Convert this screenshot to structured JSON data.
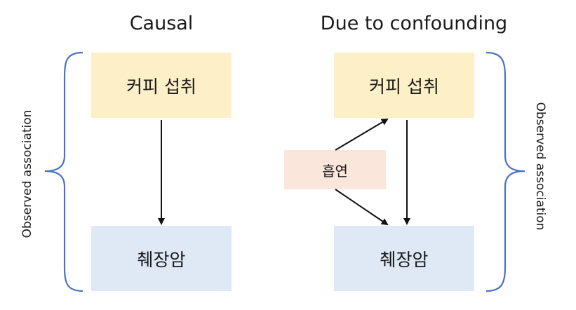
{
  "titles": {
    "causal": "Causal",
    "confounding": "Due to confounding"
  },
  "boxes": {
    "coffee": "커피 섭취",
    "cancer": "췌장암",
    "smoking": "흡연"
  },
  "side_labels": {
    "left": "Observed association",
    "right": "Observed association"
  },
  "colors": {
    "coffee_box": "#fdf0c8",
    "cancer_box": "#dfe9f6",
    "smoking_box": "#fbe6dc",
    "brace": "#4a72c4",
    "arrow": "#111111"
  }
}
